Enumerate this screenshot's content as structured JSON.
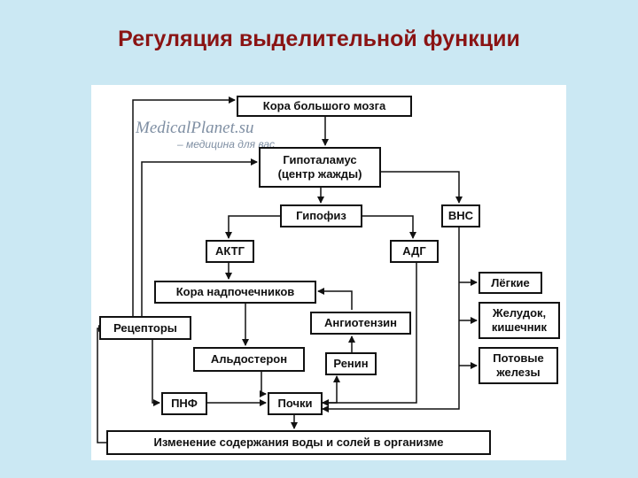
{
  "title": "Регуляция выделительной функции",
  "watermark": {
    "site": "MedicalPlanet.su",
    "tagline": "– медицина для вас"
  },
  "nodes": {
    "cortex": "Кора большого мозга",
    "hypothalamus_l1": "Гипоталамус",
    "hypothalamus_l2": "(центр жажды)",
    "pituitary": "Гипофиз",
    "ans": "ВНС",
    "acth": "АКТГ",
    "adh": "АДГ",
    "adrenal_cortex": "Кора надпочечников",
    "angiotensin": "Ангиотензин",
    "receptors": "Рецепторы",
    "aldosterone": "Альдостерон",
    "renin": "Ренин",
    "anf": "ПНФ",
    "kidneys": "Почки",
    "lungs": "Лёгкие",
    "gut_l1": "Желудок,",
    "gut_l2": "кишечник",
    "sweat_l1": "Потовые",
    "sweat_l2": "железы",
    "change": "Изменение содержания воды и солей в организме"
  }
}
